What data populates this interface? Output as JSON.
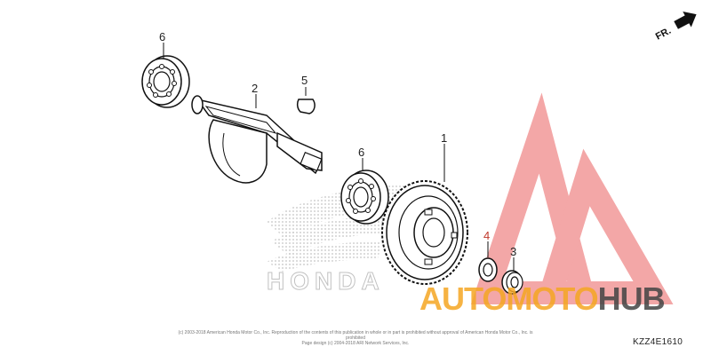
{
  "direction_label": "FR.",
  "callouts": {
    "one": "1",
    "two": "2",
    "three": "3",
    "four": "4",
    "five": "5",
    "six_top": "6",
    "six_mid": "6"
  },
  "watermark": {
    "text_orange": "AUTOMOTO",
    "text_gray": "HUB",
    "color_red": "#f08a8a",
    "color_orange": "#f5a623",
    "color_gray": "#444444"
  },
  "background_logo_text": "HONDA",
  "copyright_line1": "(c) 2003-2018 American Honda Motor Co., Inc. Reproduction of the contents of this publication in whole or in part is prohibited without approval of American Honda Motor Co., Inc. is prohibited",
  "copyright_line2": "Page design (c) 2004-2018 ARI Network Services, Inc.",
  "diagram_code": "KZZ4E1610"
}
